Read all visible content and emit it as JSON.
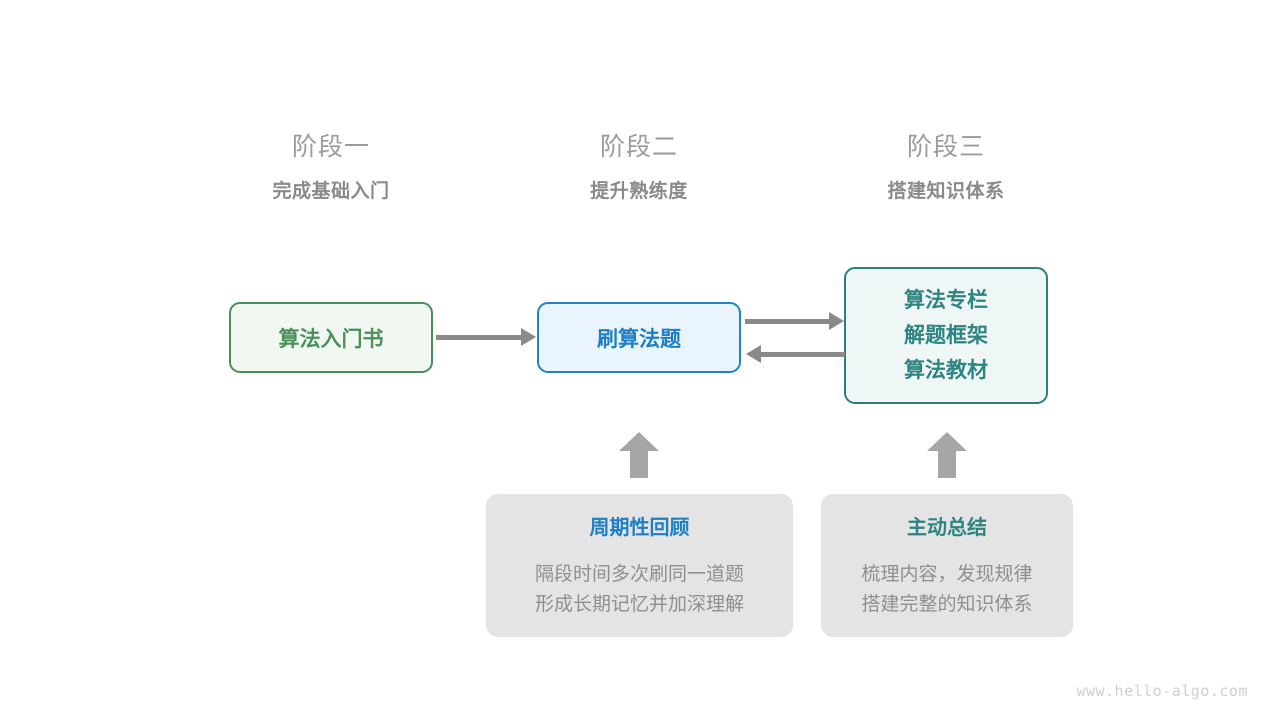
{
  "stages": [
    {
      "title": "阶段一",
      "subtitle": "完成基础入门"
    },
    {
      "title": "阶段二",
      "subtitle": "提升熟练度"
    },
    {
      "title": "阶段三",
      "subtitle": "搭建知识体系"
    }
  ],
  "nodes": {
    "book": {
      "label": "算法入门书"
    },
    "practice": {
      "label": "刷算法题"
    },
    "system": {
      "lines": [
        "算法专栏",
        "解题框架",
        "算法教材"
      ]
    }
  },
  "cards": [
    {
      "title": "周期性回顾",
      "lines": [
        "隔段时间多次刷同一道题",
        "形成长期记忆并加深理解"
      ]
    },
    {
      "title": "主动总结",
      "lines": [
        "梳理内容，发现规律",
        "搭建完整的知识体系"
      ]
    }
  ],
  "arrows": [
    {
      "name": "book-to-practice",
      "direction": "right"
    },
    {
      "name": "practice-to-system",
      "direction": "right"
    },
    {
      "name": "system-to-practice",
      "direction": "left"
    },
    {
      "name": "review-to-practice",
      "direction": "up"
    },
    {
      "name": "summary-to-system",
      "direction": "up"
    }
  ],
  "watermark": "www.hello-algo.com",
  "colors": {
    "green": "#4a9058",
    "blue": "#1f7fc4",
    "teal": "#2d8480",
    "arrow_gray": "#8a8a8a",
    "block_arrow_gray": "#a6a6a6",
    "card_gray": "#e4e4e4",
    "text_gray": "#8f8f8f",
    "stage_title_gray": "#9b9b9b"
  }
}
